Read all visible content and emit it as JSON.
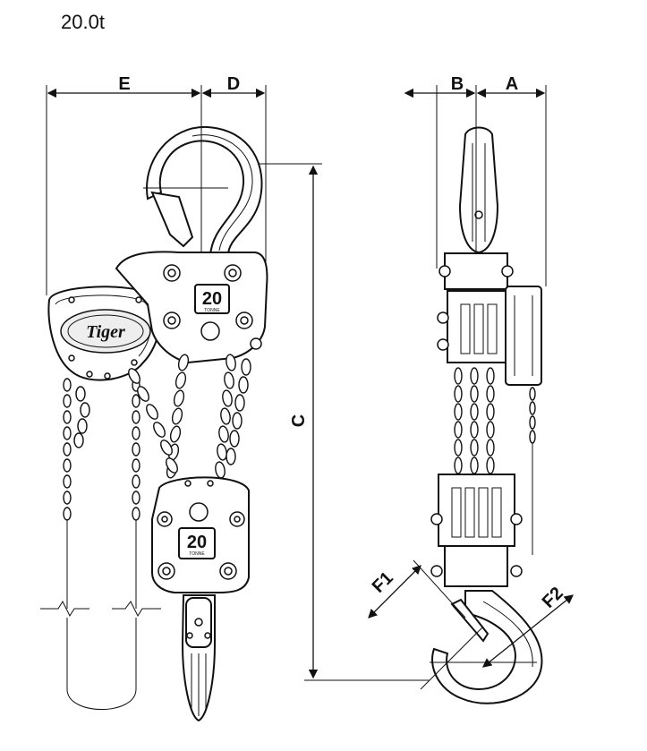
{
  "title": "20.0t",
  "dimensions": {
    "e": "E",
    "d": "D",
    "b": "B",
    "a": "A",
    "c": "C",
    "f1": "F1",
    "f2": "F2"
  },
  "brand": "Tiger",
  "block_rating": {
    "value": "20",
    "unit": "TONNE"
  }
}
